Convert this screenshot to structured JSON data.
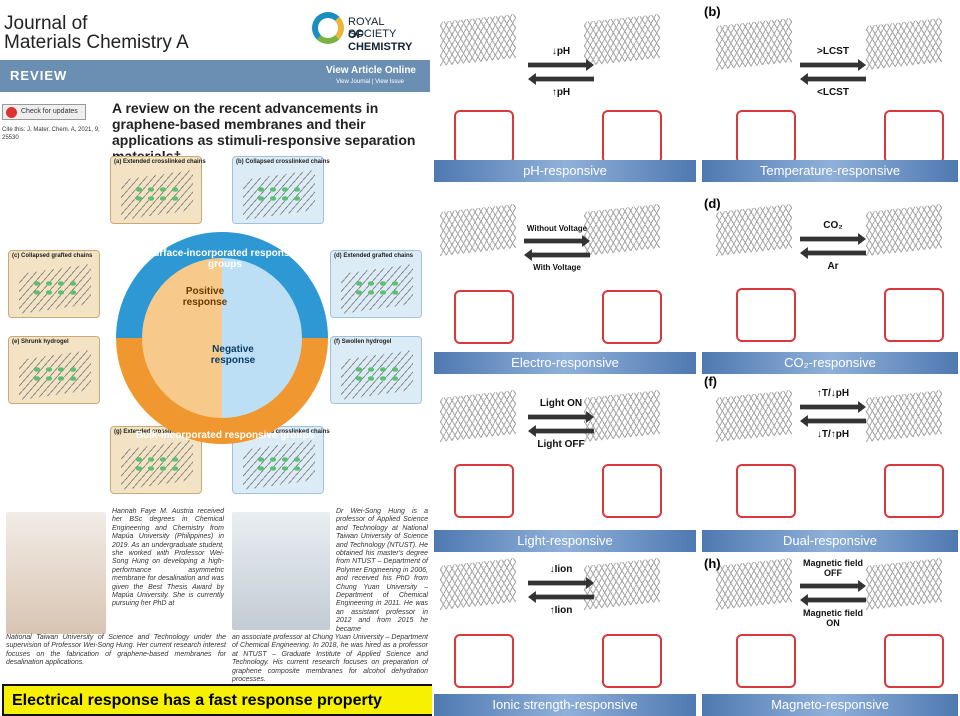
{
  "journal": {
    "title": "Journal of\nMaterials Chemistry A",
    "publisher_line1": "ROYAL SOCIETY",
    "publisher_line2": "OF CHEMISTRY"
  },
  "bar": {
    "section": "REVIEW",
    "view_online": "View Article Online",
    "view_links": "View Journal | View Issue"
  },
  "updates": {
    "label": "Check for updates"
  },
  "cite": {
    "text": "Cite this: J. Mater. Chem. A, 2021, 9, 25530"
  },
  "article": {
    "title": "A review on the recent advancements in graphene-based membranes and their applications as stimuli-responsive separation materials†"
  },
  "figure": {
    "boxes": [
      {
        "label": "(a) Extended crosslinked chains"
      },
      {
        "label": "(b) Collapsed crosslinked chains"
      },
      {
        "label": "(c) Collapsed grafted chains"
      },
      {
        "label": "(d) Extended grafted chains"
      },
      {
        "label": "(e) Shrunk hydrogel"
      },
      {
        "label": "(f) Swollen hydrogel"
      },
      {
        "label": "(g) Extended crosslinked chains"
      },
      {
        "label": "(h) Collapsed crosslinked chains"
      }
    ],
    "positive": "Positive response",
    "negative": "Negative response",
    "arc_top": "Surface-incorporated responsive groups",
    "arc_bottom": "Bulk-incorporated responsive groups"
  },
  "bios": {
    "hannah": "Hannah Faye M. Austria received her BSc degrees in Chemical Engineering and Chemistry from Mapúa University (Philippines) in 2019. As an undergraduate student, she worked with Professor Wei-Song Hung on developing a high-performance asymmetric membrane for desalination and was given the Best Thesis Award by Mapúa University. She is currently pursuing her PhD at",
    "hannah_cont": "National Taiwan University of Science and Technology under the supervision of Professor Wei-Song Hung. Her current research interest focuses on the fabrication of graphene-based membranes for desalination applications.",
    "hung": "Dr Wei-Song Hung is a professor of Applied Science and Technology at National Taiwan University of Science and Technology (NTUST). He obtained his master's degree from NTUST – Department of Polymer Engineering in 2006, and received his PhD from Chung Yuan University – Department of Chemical Engineering in 2011. He was an assistant professor in 2012 and from 2015 he became",
    "hung_cont": "an associate professor at Chung Yuan University – Department of Chemical Engineering. In 2018, he was hired as a professor at NTUST – Graduate Institute of Applied Science and Technology. His current research focuses on preparation of graphene composite membranes for alcohol dehydration processes."
  },
  "caption": "Electrical response has a fast response property",
  "panels": [
    {
      "letter": "",
      "top": "↓pH",
      "bottom": "↑pH",
      "footer": "pH-responsive"
    },
    {
      "letter": "(b)",
      "top": ">LCST",
      "bottom": "<LCST",
      "footer": "Temperature-responsive"
    },
    {
      "letter": "",
      "top": "Without Voltage",
      "bottom": "With Voltage",
      "footer": "Electro-responsive"
    },
    {
      "letter": "(d)",
      "top": "CO₂",
      "bottom": "Ar",
      "footer": "CO₂-responsive"
    },
    {
      "letter": "",
      "top": "Light ON",
      "bottom": "Light OFF",
      "footer": "Light-responsive"
    },
    {
      "letter": "(f)",
      "top": "↑T/↓pH",
      "bottom": "↓T/↑pH",
      "footer": "Dual-responsive"
    },
    {
      "letter": "",
      "top": "↓Iion",
      "bottom": "↑Iion",
      "footer": "Ionic strength-responsive"
    },
    {
      "letter": "(h)",
      "top": "Magnetic field OFF",
      "bottom": "Magnetic field ON",
      "footer": "Magneto-responsive"
    }
  ],
  "colors": {
    "blue_bar": "#6a8fb2",
    "surface": "#2d98d4",
    "bulk": "#f0982f",
    "footer_blue": "#4f79b1",
    "caption_yellow": "#f7f100",
    "circle_red": "#d9383c"
  }
}
